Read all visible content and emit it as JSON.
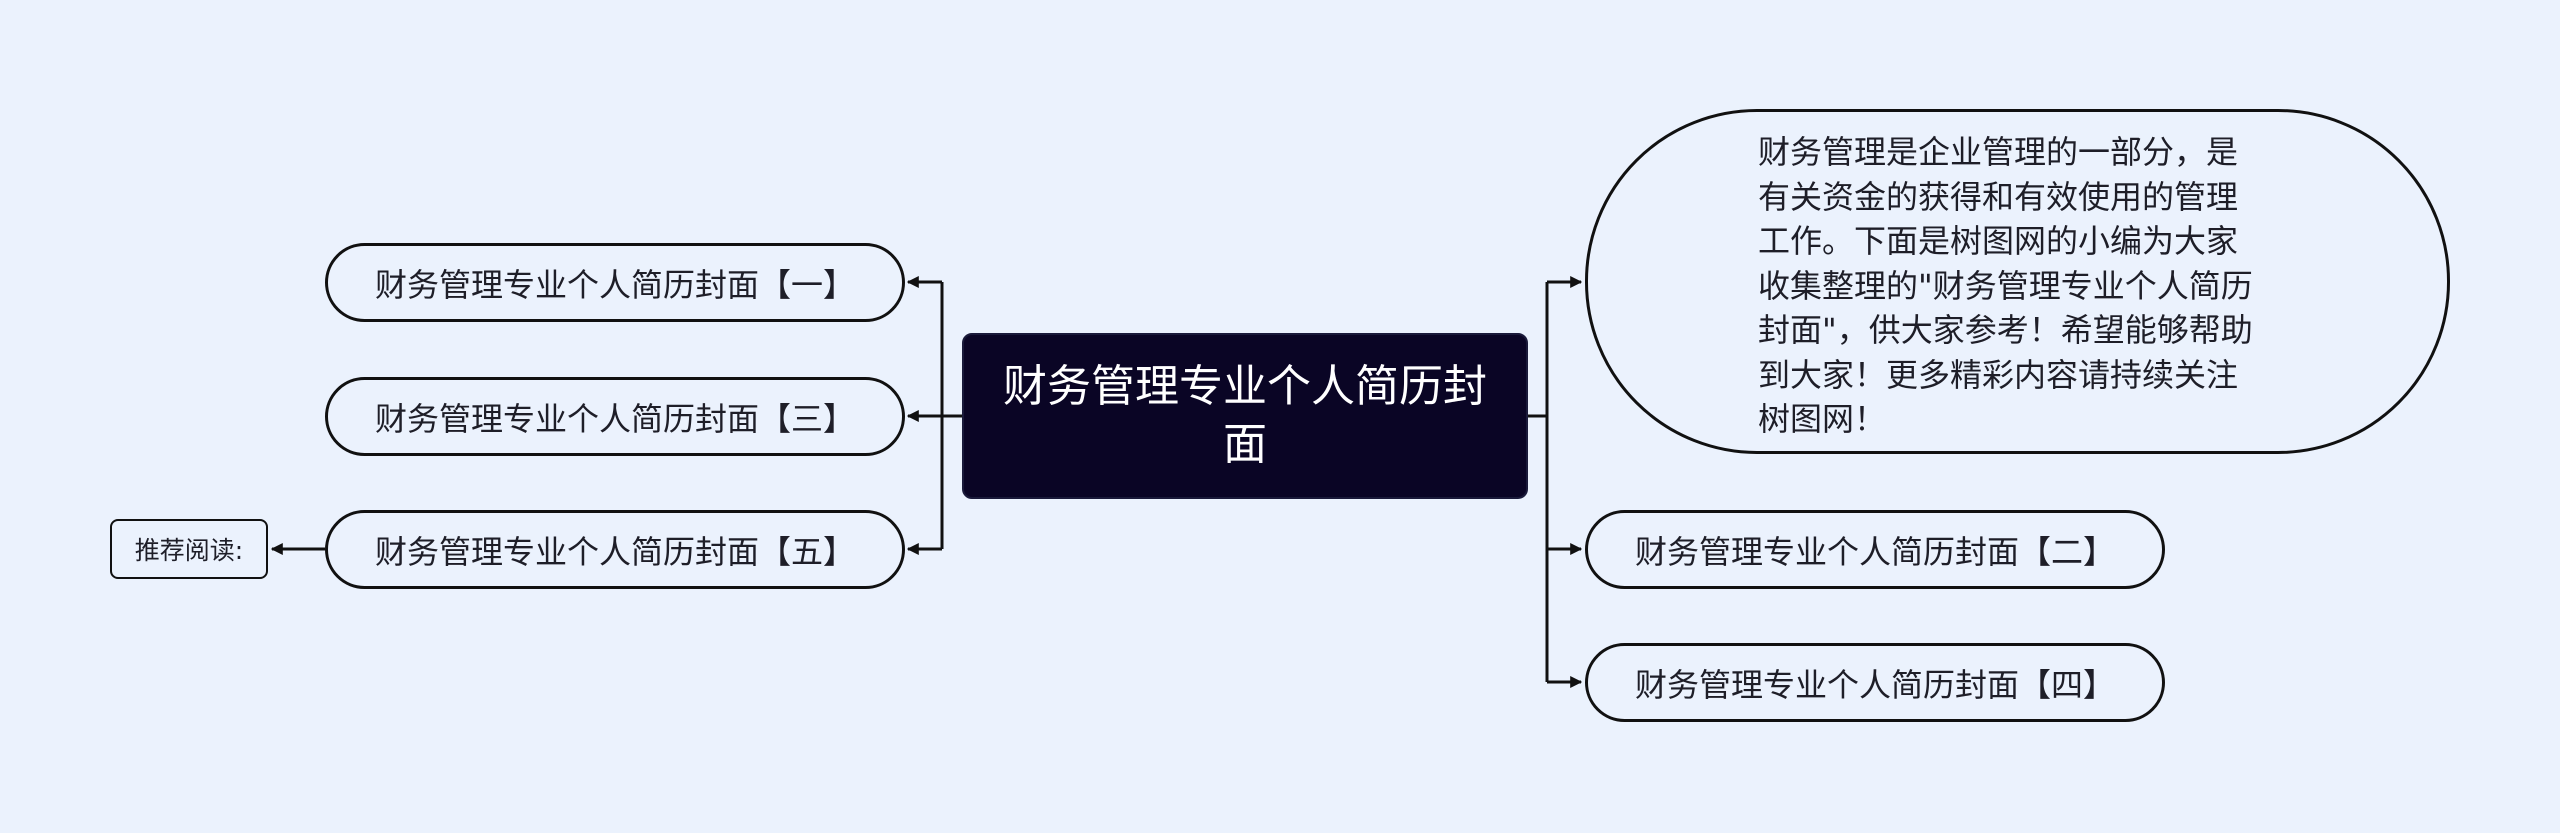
{
  "root": {
    "title": "财务管理专业个人简历封面"
  },
  "description": {
    "text": "财务管理是企业管理的一部分，是有关资金的获得和有效使用的管理工作。下面是树图网的小编为大家收集整理的\"财务管理专业个人简历封面\"，供大家参考！希望能够帮助到大家！更多精彩内容请持续关注树图网！"
  },
  "left_branches": [
    {
      "label": "财务管理专业个人简历封面【一】"
    },
    {
      "label": "财务管理专业个人简历封面【三】"
    },
    {
      "label": "财务管理专业个人简历封面【五】"
    }
  ],
  "right_branches": [
    {
      "label": "财务管理专业个人简历封面【二】"
    },
    {
      "label": "财务管理专业个人简历封面【四】"
    }
  ],
  "recommend": {
    "label": "推荐阅读:"
  },
  "colors": {
    "background": "#ebf2fd",
    "root_fill": "#0a0525",
    "root_text": "#ffffff",
    "node_border": "#111111",
    "connector": "#111111"
  }
}
